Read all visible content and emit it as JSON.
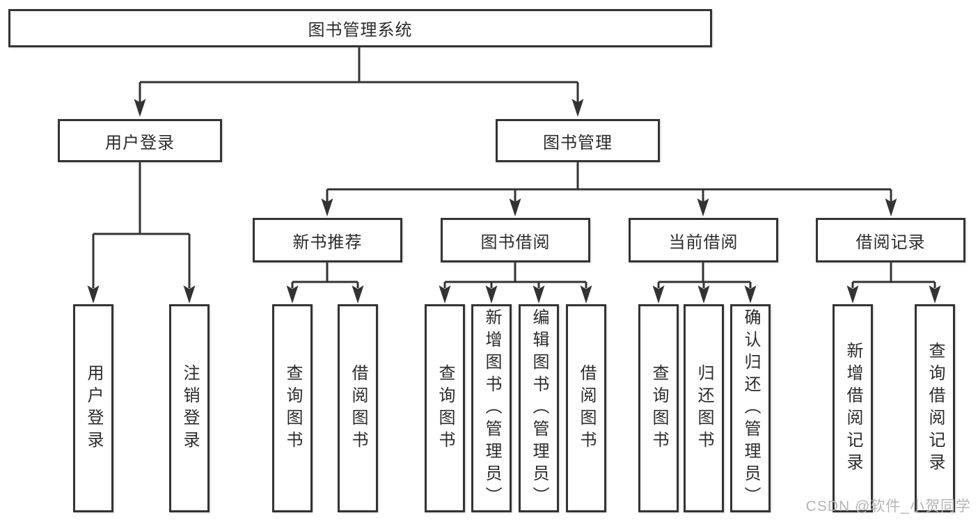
{
  "diagram": {
    "root": "图书管理系统",
    "level2": [
      {
        "label": "用户登录"
      },
      {
        "label": "图书管理"
      }
    ],
    "level3": [
      {
        "label": "新书推荐"
      },
      {
        "label": "图书借阅"
      },
      {
        "label": "当前借阅"
      },
      {
        "label": "借阅记录"
      }
    ],
    "leaves": {
      "user": [
        "用户登录",
        "注销登录"
      ],
      "newbook": [
        "查询图书",
        "借阅图书"
      ],
      "borrow": [
        "查询图书",
        "新增图书（管理员）",
        "编辑图书（管理员）",
        "借阅图书"
      ],
      "current": [
        "查询图书",
        "归还图书",
        "确认归还（管理员）"
      ],
      "records": [
        "新增借阅记录",
        "查询借阅记录"
      ]
    }
  },
  "watermark": "CSDN @软件_小贺同学",
  "colors": {
    "line": "#333333",
    "text": "#2b2b2b",
    "box_background": "#ffffff",
    "watermark": "#b5b5b5",
    "page_background": "#ffffff"
  }
}
